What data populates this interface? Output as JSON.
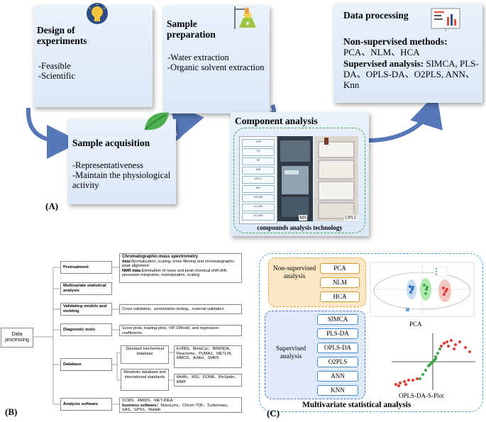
{
  "panel_a": {
    "label": "(A)",
    "design": {
      "title": "Design of experiments",
      "items": [
        "-Feasible",
        "-Scientific"
      ]
    },
    "prep": {
      "title": "Sample preparation",
      "items": [
        "-Water extraction",
        "-Organic solvent extraction"
      ]
    },
    "processing": {
      "title": "Data processing",
      "nonsup_label": "Non-supervised methods",
      "nonsup_methods": "PCA、NLM、HCA",
      "sup_label": "Supervised analysis",
      "sup_methods": "SIMCA, PLS-DA、OPLS-DA、O2PLS, ANN、Knn"
    },
    "acquisition": {
      "title": "Sample acquisition",
      "items": [
        "-Representativeness",
        "-Maintain the physiological activity"
      ]
    },
    "component": {
      "title": "Component analysis",
      "equipment": [
        "TOF",
        "TV",
        "IR",
        "NIR",
        "UPLC",
        "MS",
        "CE-MS",
        "LC-MS",
        "GC-MS"
      ],
      "ms_label": "MS",
      "uplc_label": "UPLC",
      "caption": "compounds analysis technology"
    },
    "colors": {
      "arrow": "#5677b8",
      "card_top": "#e9f2fb",
      "green_dash": "#3aa64a"
    }
  },
  "panel_b": {
    "label": "(B)",
    "root": "Data processing",
    "nodes": {
      "pretreatment": "Pretreatment",
      "multivariate": "Multivariate statistical analysis",
      "validating": "Validating models and molding",
      "diagnostic": "Diagnostic tools",
      "database": "Database",
      "software": "Analysis software"
    },
    "pretreat_box": {
      "heading": "Chromatographic-mass spectrometry",
      "data_label": "data:",
      "data_text": "Normalization, scaling, noise filtering and chromatographic peak alignment",
      "nmr_label": "NMR data:",
      "nmr_text": "Elimination of noise and peak chemical shift drift, piecewise integration, normalization, scaling"
    },
    "validating_text": "Cross validation、permutation testing、external validation",
    "diagnostic_text": "Score plots, loading plots, VIP, DModX, and regression coefficients.",
    "db_standard": "Standard biochemical database",
    "db_standard_list": "ExPAS、MetaCyc、BRENDA、Reactome、PUMA2、METLIN、MMCD、ArMet、SMRS",
    "db_metabolic": "Metabolic database and international standards",
    "db_metabolic_list": "MeMo、MSI、DOME、BioSpide、MMP",
    "software_text_1": "XCMS、AMIDS、MET-IDEA",
    "software_bold": "business software：",
    "software_text_2": "MassLynx、Chrom TOF、Turbomass、SAS、SPSS、Matlab"
  },
  "panel_c": {
    "label": "(C)",
    "title": "Multivariate statistical analysis",
    "nonsup_label": "Non-supervised analysis",
    "nonsup_methods": [
      "PCA",
      "NLM",
      "HCA"
    ],
    "sup_label": "Supervised analysis",
    "sup_methods": [
      "SIMCA",
      "PLS-DA",
      "OPLS-DA",
      "O2PLS",
      "ANN",
      "KNN"
    ],
    "pca_caption": "PCA",
    "splot_caption": "OPLS-DA-S-Plot",
    "colors": {
      "nonsup_bg": "#fbe7c6",
      "sup_bg": "#dfe9f7",
      "pill_blue": "#3d8fd0",
      "pill_orange": "#d39a3a",
      "frame": "#4a9ed8"
    }
  }
}
